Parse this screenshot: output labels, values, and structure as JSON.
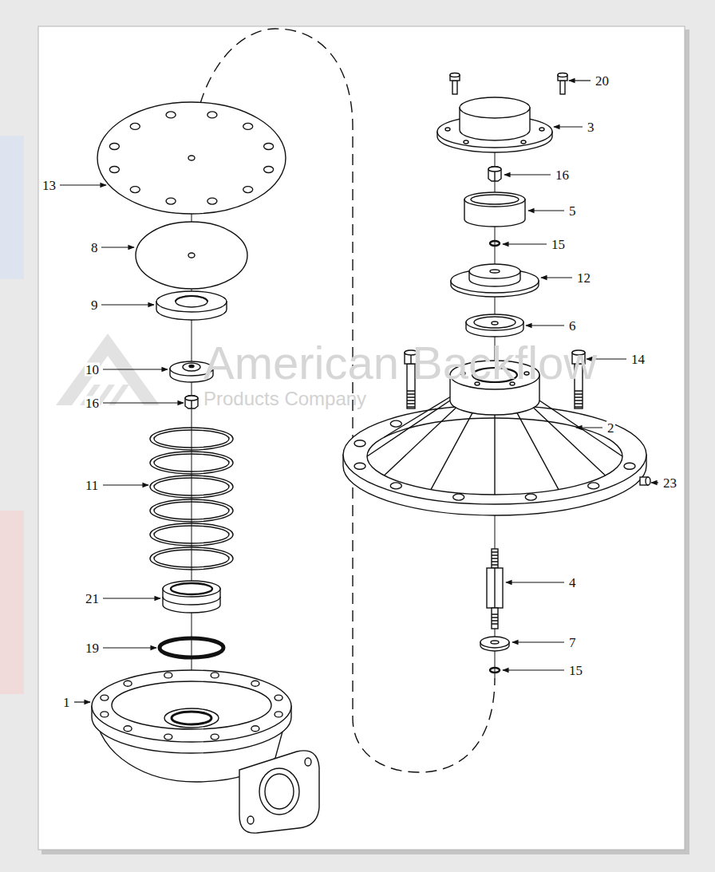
{
  "diagram": {
    "labels": [
      "13",
      "8",
      "9",
      "10",
      "16",
      "11",
      "21",
      "19",
      "1",
      "20",
      "3",
      "16",
      "5",
      "15",
      "12",
      "6",
      "14",
      "2",
      "23",
      "4",
      "7",
      "15",
      "American Backflow",
      "Products Company"
    ]
  }
}
